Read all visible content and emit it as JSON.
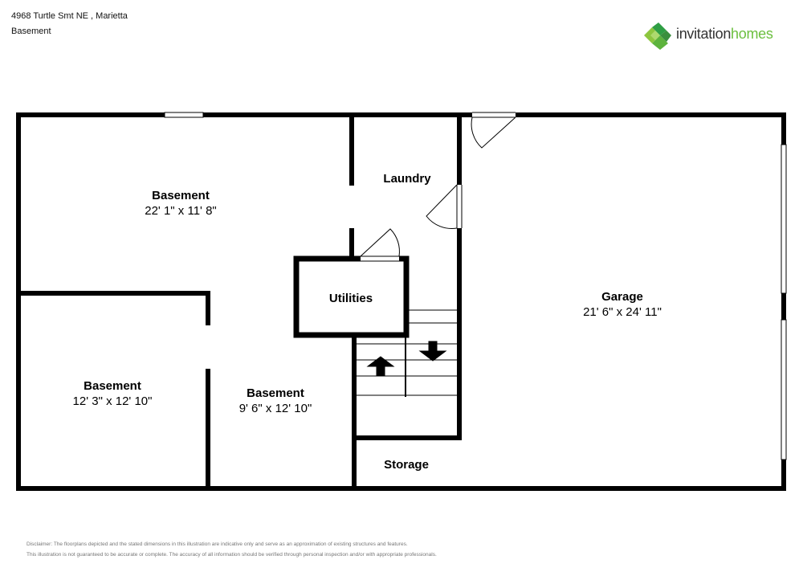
{
  "header": {
    "address": "4968 Turtle Smt NE , Marietta",
    "level": "Basement"
  },
  "logo": {
    "text_part1": "invitation",
    "text_part2": "homes",
    "colors": {
      "green_light": "#8dc63f",
      "green_dark": "#2f9e44",
      "text_dark": "#333333",
      "text_green": "#6cbf3f"
    }
  },
  "rooms": {
    "basement_main": {
      "name": "Basement",
      "dims": "22' 1\" x 11' 8\""
    },
    "laundry": {
      "name": "Laundry"
    },
    "utilities": {
      "name": "Utilities"
    },
    "garage": {
      "name": "Garage",
      "dims": "21' 6\" x 24' 11\""
    },
    "basement_left": {
      "name": "Basement",
      "dims": "12' 3\" x 12' 10\""
    },
    "basement_center": {
      "name": "Basement",
      "dims": "9' 6\" x 12' 10\""
    },
    "storage": {
      "name": "Storage"
    }
  },
  "disclaimer": {
    "line1": "Disclaimer: The floorplans depicted and the stated dimensions in this illustration are indicative only and serve as an approximation of existing structures and features.",
    "line2": "This illustration is not guaranteed to be accurate or complete. The accuracy of all information should be verified through personal inspection and/or with appropriate professionals."
  }
}
